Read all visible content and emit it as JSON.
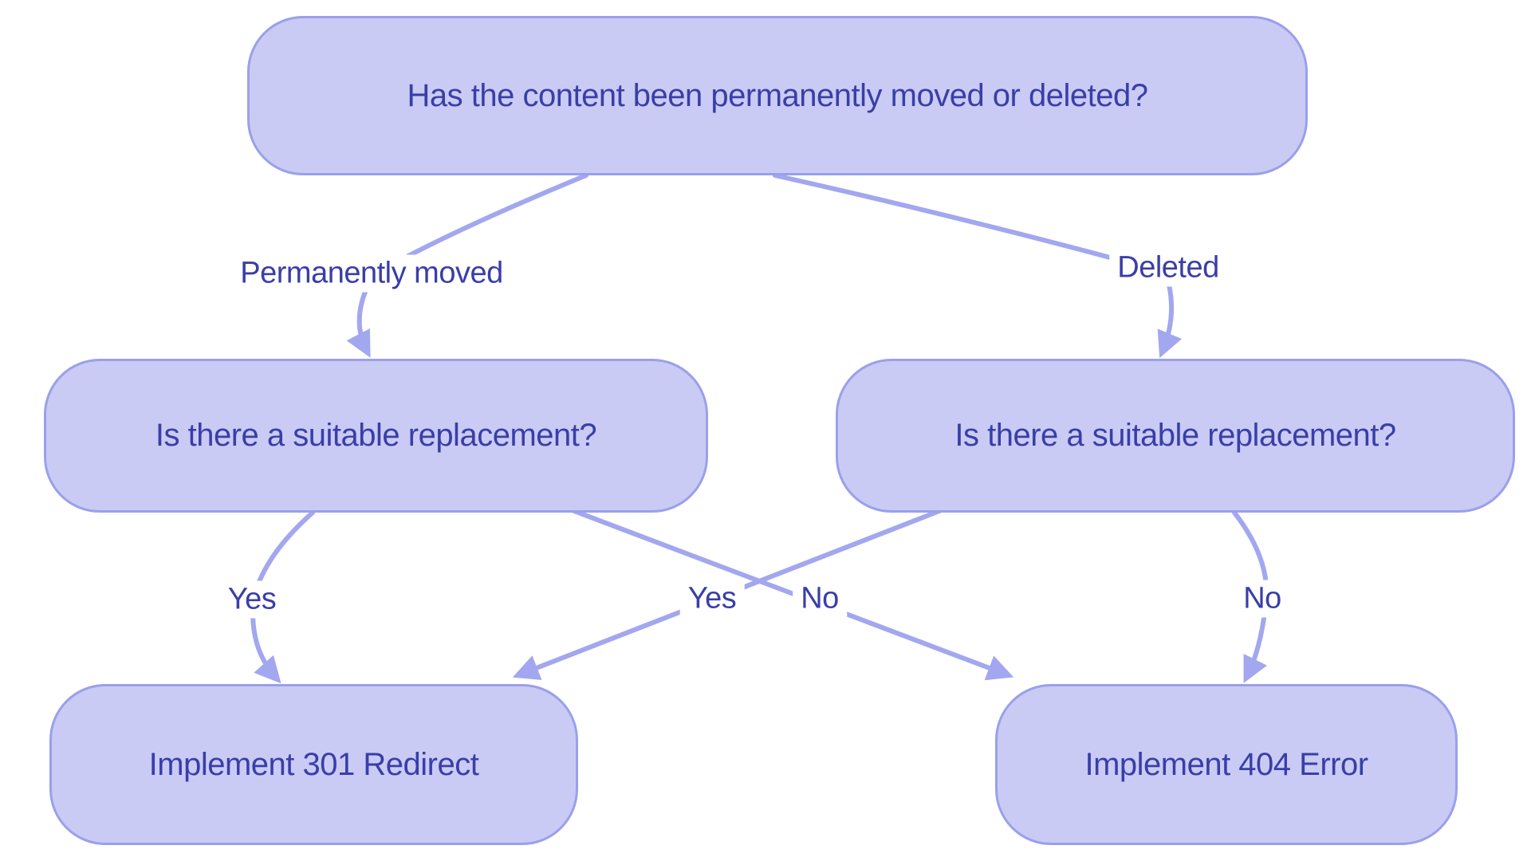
{
  "diagram": {
    "type": "flowchart",
    "direction": "top-down",
    "nodes": {
      "root": {
        "label": "Has the content been permanently moved or deleted?"
      },
      "replacement_left": {
        "label": "Is there a suitable replacement?"
      },
      "replacement_right": {
        "label": "Is there a suitable replacement?"
      },
      "redirect_301": {
        "label": "Implement 301 Redirect"
      },
      "error_404": {
        "label": "Implement 404 Error"
      }
    },
    "edges": [
      {
        "from": "root",
        "to": "replacement_left",
        "label": "Permanently moved"
      },
      {
        "from": "root",
        "to": "replacement_right",
        "label": "Deleted"
      },
      {
        "from": "replacement_left",
        "to": "redirect_301",
        "label": "Yes"
      },
      {
        "from": "replacement_left",
        "to": "error_404",
        "label": "No"
      },
      {
        "from": "replacement_right",
        "to": "redirect_301",
        "label": "Yes"
      },
      {
        "from": "replacement_right",
        "to": "error_404",
        "label": "No"
      }
    ],
    "colors": {
      "node_fill": "#c9cbf5",
      "node_border": "#9aa0e9",
      "edge_line": "#a2a7ef",
      "text": "#3a3ea7",
      "background": "#ffffff"
    }
  }
}
